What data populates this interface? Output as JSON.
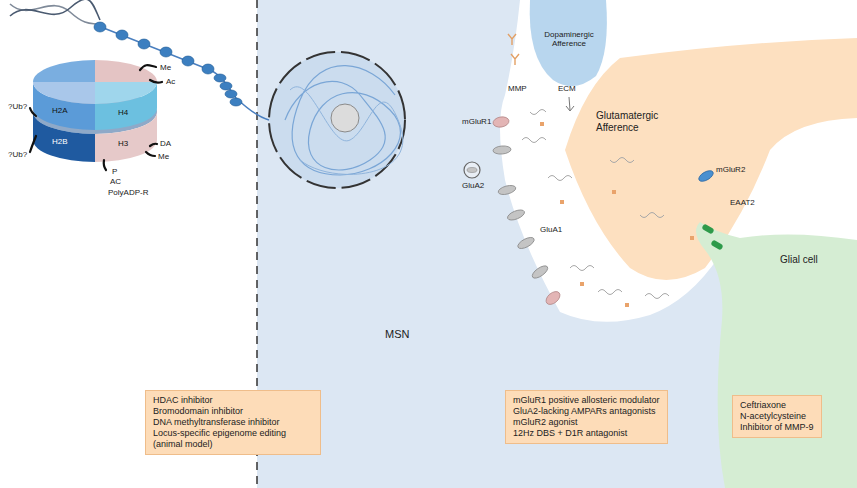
{
  "diagram": {
    "nodes": [
      {
        "text": [
          "Dopaminergic Afference"
        ]
      },
      {
        "text": [
          "Glutamatergic Afference"
        ]
      },
      {
        "text": [
          "MSN"
        ]
      },
      {
        "text": [
          "HDAC inhibitor",
          "Bromodomain inhibitor",
          "DNA methyltransferase inhibitor",
          "Locus-specific epigenome editing (animal model)"
        ]
      },
      {
        "text": [
          "mGluR1 positive allosteric modulator",
          "GluA2-lacking AMPARs antagonists",
          "mGluR2 agonist",
          "12Hz DBS + D1R antagonist"
        ],
        "in": 2
      },
      {
        "text": [
          "Glial cell"
        ]
      },
      {
        "text": [
          "Ceftriaxone",
          "N-acetylcysteine",
          "Inhibitor of MMP-9"
        ],
        "in": 5
      }
    ],
    "labels": [
      "?Ub?",
      "H2A",
      "Me",
      "Ac",
      "H4",
      "?Ub?",
      "H2B",
      "H3",
      "DA",
      "Me",
      "P",
      "AC",
      "PolyADP-R",
      "MMP",
      "ECM",
      "mGluR1",
      "GluA2",
      "GluA1",
      "mGluR2",
      "EAAT2"
    ]
  }
}
